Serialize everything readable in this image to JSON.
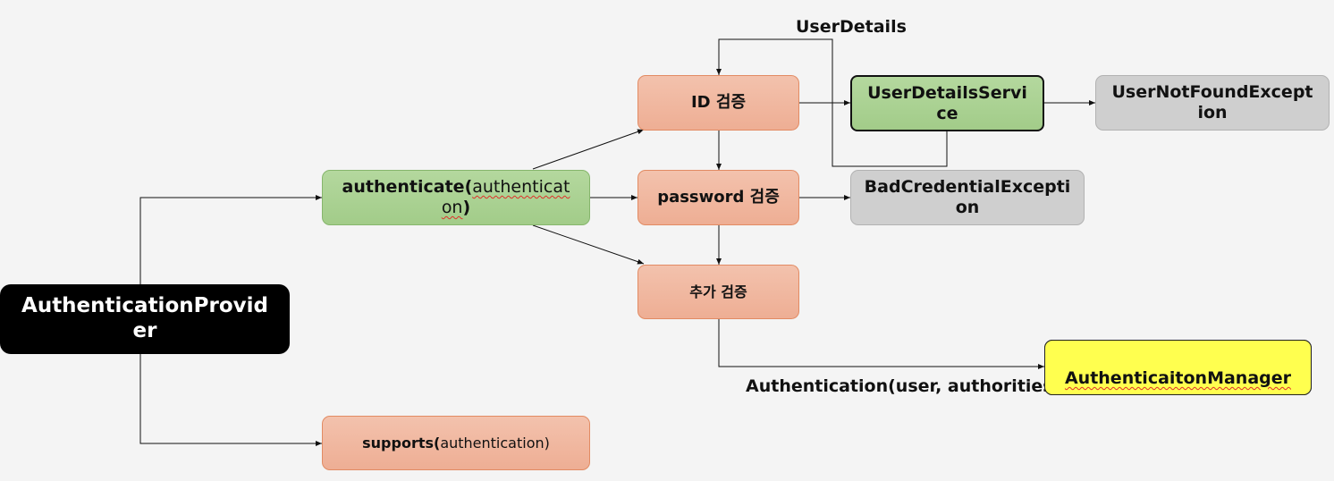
{
  "diagram": {
    "provider": {
      "label_line1": "AuthenticationProvid",
      "label_line2": "er"
    },
    "authenticate": {
      "method": "authenticate(",
      "param_part1": "authenticat",
      "param_part2": "on",
      "close": ")"
    },
    "supports": {
      "method": "supports(",
      "param": "authentication",
      "close": ")"
    },
    "id_check": "ID 검증",
    "password_check": "password 검증",
    "extra_check": "추가 검증",
    "user_details_service": "UserDetailsService",
    "user_not_found": "UserNotFoundException",
    "bad_credential": "BadCredentialException",
    "manager": "AuthenticaitonManager",
    "label_user_details": "UserDetails",
    "label_authentication": "Authentication(user, authorities)"
  },
  "colors": {
    "process_orange": "#f0b8a0",
    "method_green": "#a8d08d",
    "exception_gray": "#cfcfcf",
    "provider_black": "#000000",
    "manager_yellow": "#ffff4f"
  }
}
